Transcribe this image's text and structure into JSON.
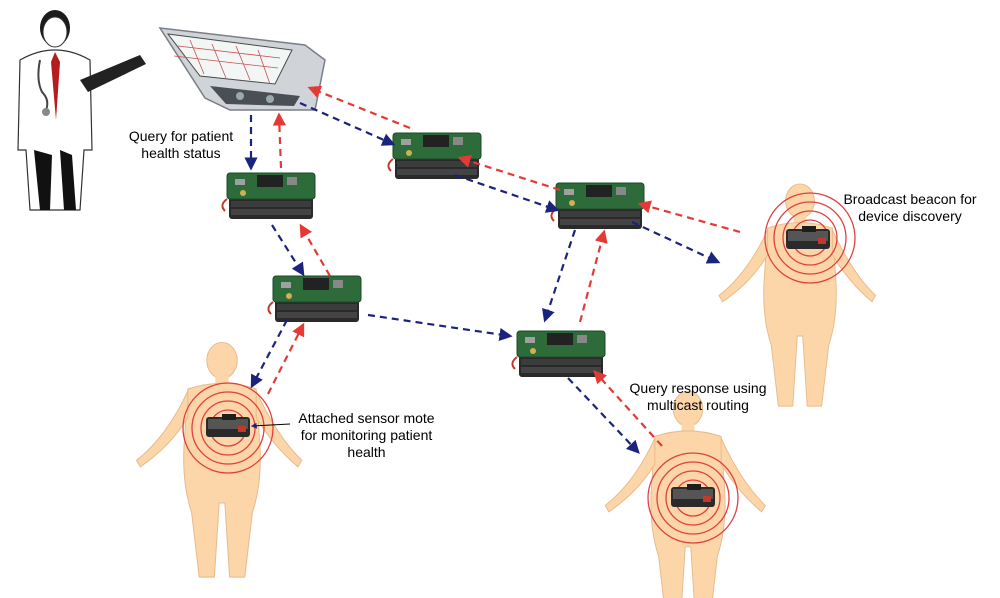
{
  "labels": {
    "query": [
      "Query for patient",
      "health status"
    ],
    "beacon": [
      "Broadcast beacon for",
      "device discovery"
    ],
    "sensor": [
      "Attached sensor mote",
      "for monitoring patient",
      "health"
    ],
    "response": [
      "Query response using",
      "multicast routing"
    ]
  },
  "colors": {
    "outbound_arrow": "#1a237e",
    "return_arrow": "#e53935",
    "body_fill": "#fcd5a8",
    "rings": "#e04040",
    "board": "#2e6b3a"
  },
  "icons": [
    "doctor-icon",
    "pda-icon",
    "sensor-mote-icon",
    "patient-icon",
    "signal-rings-icon"
  ]
}
